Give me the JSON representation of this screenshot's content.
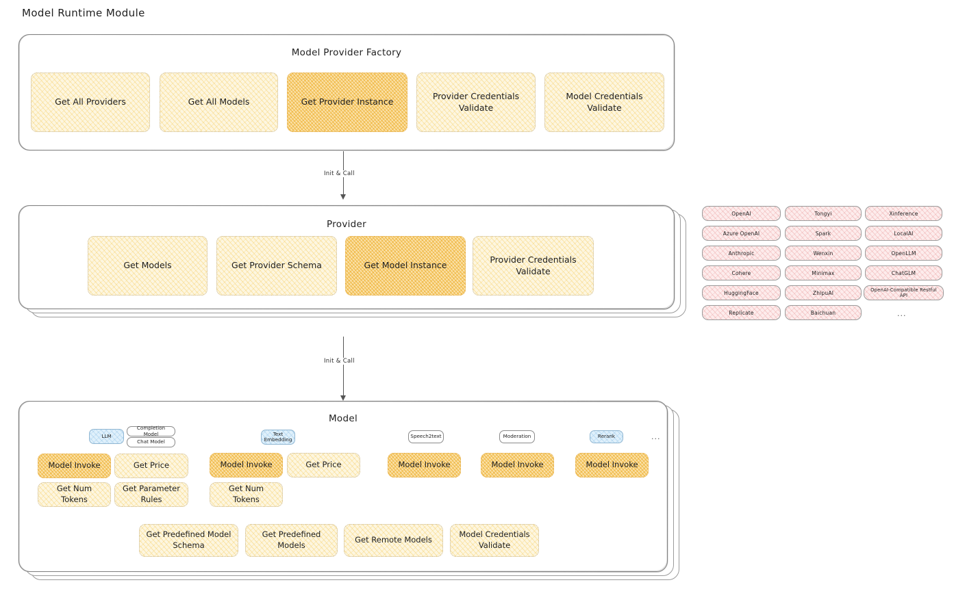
{
  "page": {
    "title": "Model Runtime Module"
  },
  "colors": {
    "accent_yellow": "#fdf6e0",
    "accent_yellow_strong": "#fbe2ab",
    "accent_pink": "#fdecec",
    "accent_blue": "#dff0fb",
    "stroke": "#868686",
    "text": "#1e1e1e"
  },
  "factory": {
    "title": "Model Provider Factory",
    "methods": [
      {
        "label": "Get All Providers",
        "highlighted": false
      },
      {
        "label": "Get All Models",
        "highlighted": false
      },
      {
        "label": "Get Provider Instance",
        "highlighted": true
      },
      {
        "label": "Provider Credentials Validate",
        "highlighted": false
      },
      {
        "label": "Model Credentials Validate",
        "highlighted": false
      }
    ]
  },
  "arrows": [
    {
      "label": "Init & Call"
    },
    {
      "label": "Init & Call"
    }
  ],
  "provider": {
    "title": "Provider",
    "methods": [
      {
        "label": "Get Models",
        "highlighted": false
      },
      {
        "label": "Get Provider Schema",
        "highlighted": false
      },
      {
        "label": "Get Model Instance",
        "highlighted": true
      },
      {
        "label": "Provider Credentials Validate",
        "highlighted": false
      }
    ]
  },
  "provider_list": {
    "columns": [
      [
        "OpenAI",
        "Azure OpenAI",
        "Anthropic",
        "Cohere",
        "HuggingFace",
        "Replicate"
      ],
      [
        "Tongyi",
        "Spark",
        "Wenxin",
        "Minimax",
        "ZhipuAI",
        "Baichuan"
      ],
      [
        "Xinference",
        "LocalAI",
        "OpenLLM",
        "ChatGLM",
        "OpenAI-Compatible Restful API"
      ]
    ],
    "more": "..."
  },
  "model": {
    "title": "Model",
    "more": "...",
    "types": [
      {
        "name": "LLM",
        "blue": true,
        "sub": [
          "Completion Model",
          "Chat Model"
        ],
        "methods": [
          {
            "label": "Model Invoke",
            "highlighted": true
          },
          {
            "label": "Get Price",
            "highlighted": false
          },
          {
            "label": "Get Num Tokens",
            "highlighted": false
          },
          {
            "label": "Get Parameter Rules",
            "highlighted": false
          }
        ]
      },
      {
        "name": "Text Embedding",
        "blue": true,
        "sub": [],
        "methods": [
          {
            "label": "Model Invoke",
            "highlighted": true
          },
          {
            "label": "Get Price",
            "highlighted": false
          },
          {
            "label": "Get Num Tokens",
            "highlighted": false
          }
        ]
      },
      {
        "name": "Speech2text",
        "blue": false,
        "sub": [],
        "methods": [
          {
            "label": "Model Invoke",
            "highlighted": true
          }
        ]
      },
      {
        "name": "Moderation",
        "blue": false,
        "sub": [],
        "methods": [
          {
            "label": "Model Invoke",
            "highlighted": true
          }
        ]
      },
      {
        "name": "Rerank",
        "blue": true,
        "sub": [],
        "methods": [
          {
            "label": "Model Invoke",
            "highlighted": true
          }
        ]
      }
    ],
    "shared_methods": [
      {
        "label": "Get Predefined Model Schema"
      },
      {
        "label": "Get Predefined Models"
      },
      {
        "label": "Get Remote Models"
      },
      {
        "label": "Model Credentials Validate"
      }
    ]
  }
}
